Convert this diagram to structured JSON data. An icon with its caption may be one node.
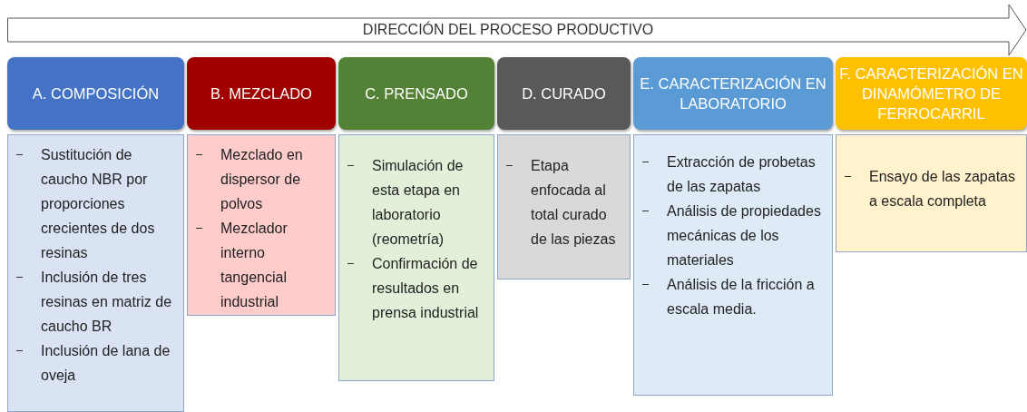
{
  "diagram": {
    "nodes": [
      {
        "text": [
          "DIRECCIÓN DEL PROCESO PRODUCTIVO"
        ]
      },
      {
        "text": [
          "A. COMPOSICIÓN"
        ]
      },
      {
        "text": [
          "B. MEZCLADO"
        ]
      },
      {
        "text": [
          "C. PRENSADO"
        ]
      },
      {
        "text": [
          "D. CURADO"
        ]
      },
      {
        "text": [
          "E. CARACTERIZACIÓN EN LABORATORIO"
        ]
      },
      {
        "text": [
          "F. CARACTERIZACIÓN EN DINAMÓMETRO DE FERROCARRIL"
        ]
      },
      {
        "text": [
          "Sustitución de caucho NBR por proporciones crecientes de dos resinas",
          "Inclusión de tres resinas en matriz de caucho BR",
          "Inclusión de lana de oveja"
        ]
      },
      {
        "text": [
          "Mezclado en dispersor de polvos",
          "Mezclador interno tangencial industrial"
        ]
      },
      {
        "text": [
          "Simulación de esta etapa en laboratorio (reometría)",
          "Confirmación de resultados en prensa industrial"
        ]
      },
      {
        "text": [
          "Etapa enfocada al total curado de las piezas"
        ]
      },
      {
        "text": [
          "Extracción de probetas de las zapatas",
          "Análisis de propiedades mecánicas de los materiales",
          "Análisis de la fricción a escala media."
        ]
      },
      {
        "text": [
          "Ensayo de las zapatas a escala completa"
        ]
      }
    ],
    "edges": []
  }
}
